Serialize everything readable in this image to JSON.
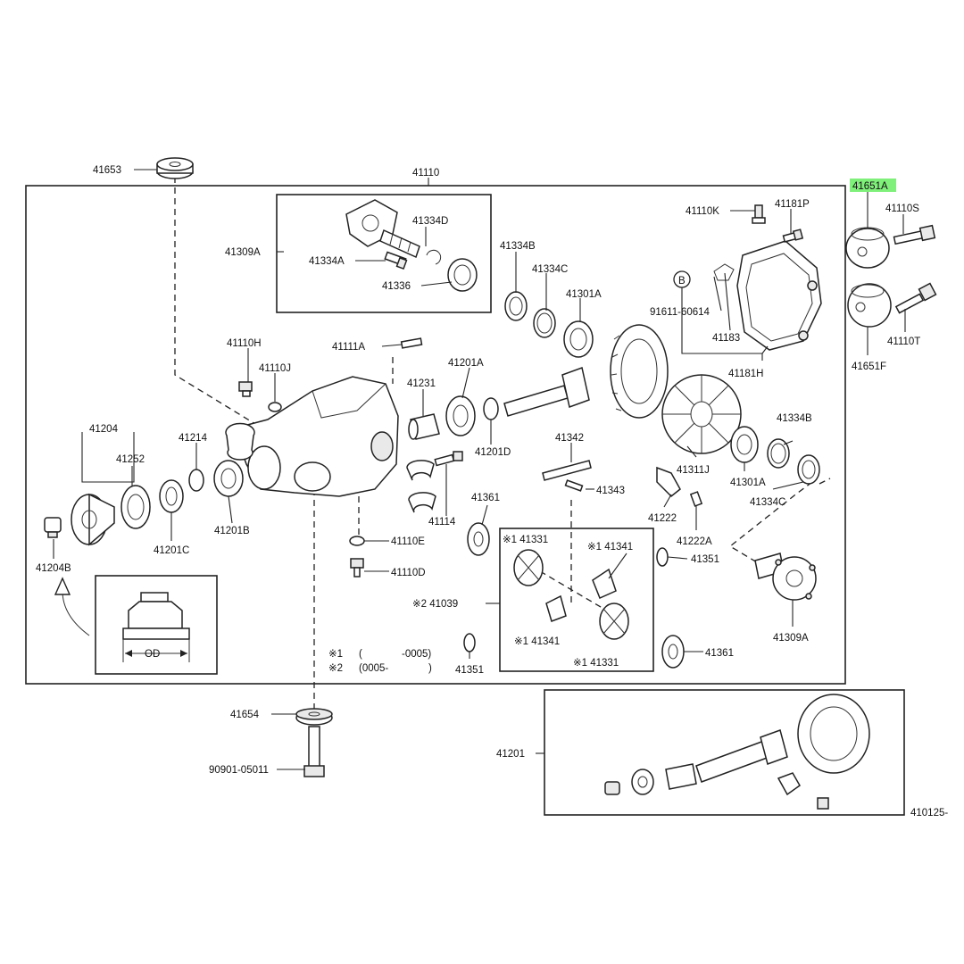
{
  "labels": {
    "l41653": "41653",
    "l41110": "41110",
    "l41651A": "41651A",
    "l41110S": "41110S",
    "l41110K": "41110K",
    "l41181P": "41181P",
    "l41309A_top": "41309A",
    "l41334D": "41334D",
    "l41334A": "41334A",
    "l41336": "41336",
    "l41334B_top": "41334B",
    "l41334C_top": "41334C",
    "l41301A_top": "41301A",
    "l91611": "91611-60614",
    "lB": "B",
    "l41183": "41183",
    "l41181H": "41181H",
    "l41110T": "41110T",
    "l41651F": "41651F",
    "l41110H": "41110H",
    "l41110J": "41110J",
    "l41111A": "41111A",
    "l41231": "41231",
    "l41201A": "41201A",
    "l41201D": "41201D",
    "l41204": "41204",
    "l41252": "41252",
    "l41214": "41214",
    "l41201C": "41201C",
    "l41201B": "41201B",
    "l41204B": "41204B",
    "l41114": "41114",
    "l41342": "41342",
    "l41343": "41343",
    "l41361_left": "41361",
    "l41311J": "41311J",
    "l41301A_right": "41301A",
    "l41334B_right": "41334B",
    "l41334C_right": "41334C",
    "l41222": "41222",
    "l41222A": "41222A",
    "l41351_right": "41351",
    "l41110E": "41110E",
    "l41110D": "41110D",
    "l41331_a": "※1 41331",
    "l41341_a": "※1 41341",
    "l41039": "※2 41039",
    "l41341_b": "※1 41341",
    "l41331_b": "※1 41331",
    "l41309A_right": "41309A",
    "l41351_left": "41351",
    "l41361_right": "41361",
    "lOD": "OD",
    "l41654": "41654",
    "l90901": "90901-05011",
    "l41201": "41201",
    "l410125": "410125-",
    "note1_mark": "※1",
    "note1_open": "(",
    "note1_text": "-0005)",
    "note2_mark": "※2",
    "note2_text": "(0005-",
    "note2_close": ")"
  },
  "colors": {
    "highlight": "#7ff07a",
    "ink": "#222222"
  }
}
